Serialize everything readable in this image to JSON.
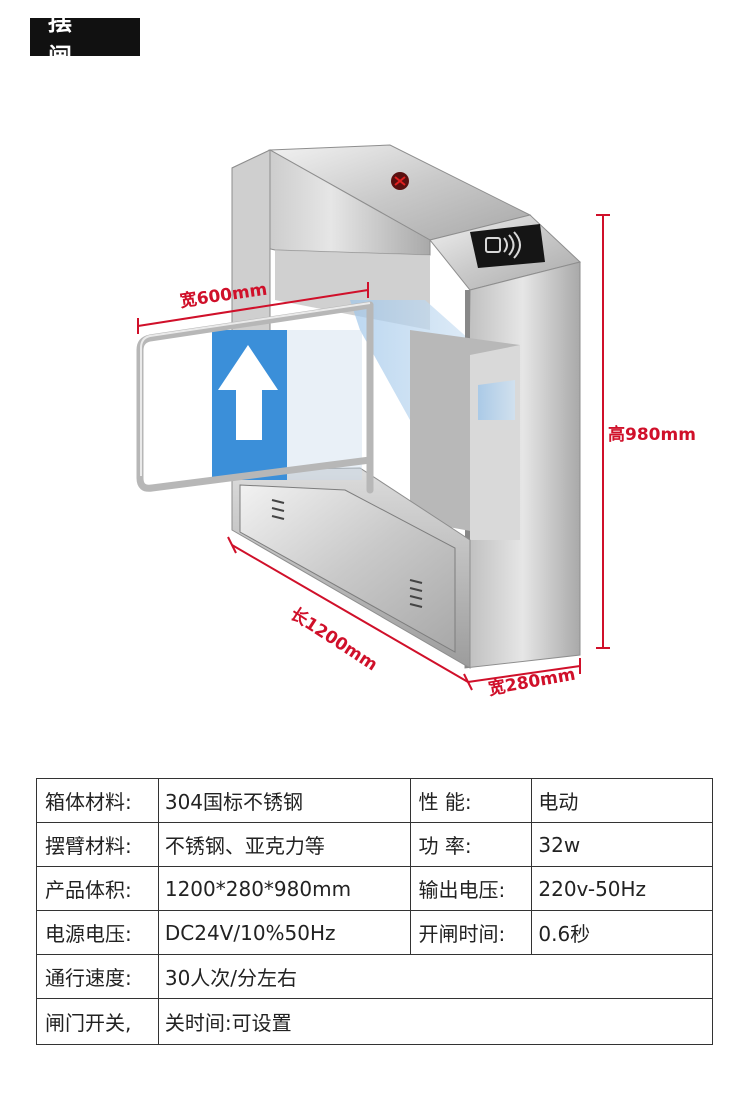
{
  "title": "摆  闸",
  "dimensions": {
    "width_top": "宽600mm",
    "height": "高980mm",
    "length": "长1200mm",
    "width_bottom": "宽280mm"
  },
  "specs": {
    "rows": [
      {
        "k1": "箱体材料:",
        "v1": "304国标不锈钢",
        "k2": "性    能:",
        "v2": "电动"
      },
      {
        "k1": "摆臂材料:",
        "v1": "不锈钢、亚克力等",
        "k2": "功    率:",
        "v2": "32w"
      },
      {
        "k1": "产品体积:",
        "v1": "1200*280*980mm",
        "k2": "输出电压:",
        "v2": "220v-50Hz"
      },
      {
        "k1": "电源电压:",
        "v1": "DC24V/10%50Hz",
        "k2": "开闸时间:",
        "v2": "0.6秒"
      }
    ],
    "row5": {
      "k": "通行速度:",
      "v": "30人次/分左右"
    },
    "row6": {
      "k": "闸门开关,",
      "v": "关时间:可设置"
    }
  },
  "colors": {
    "dimension_red": "#d0102a",
    "steel_light": "#d8d8d8",
    "steel_dark": "#9a9a9a",
    "arrow_blue": "#3b8fd9"
  }
}
